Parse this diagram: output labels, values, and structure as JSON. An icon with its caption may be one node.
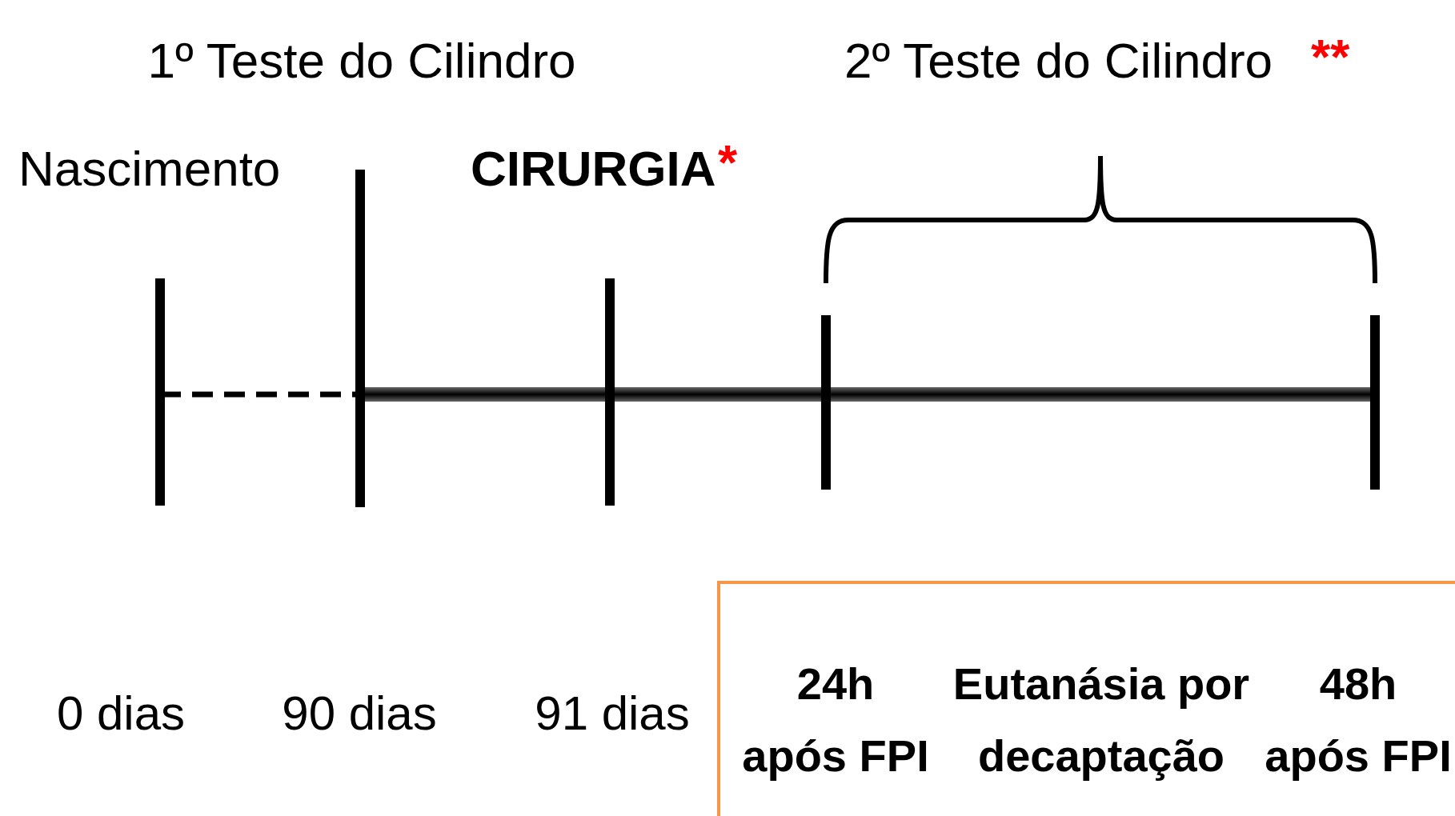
{
  "diagram": {
    "nodes": [
      {
        "text": [
          "24h após FPI",
          "Eutanásia por decaptação",
          "48h após FPI"
        ]
      }
    ],
    "labels": [
      "1º Teste do Cilindro",
      "2º Teste do Cilindro",
      "**",
      "Nascimento",
      "CIRURGIA",
      "*",
      "0 dias",
      "90 dias",
      "91 dias"
    ]
  }
}
